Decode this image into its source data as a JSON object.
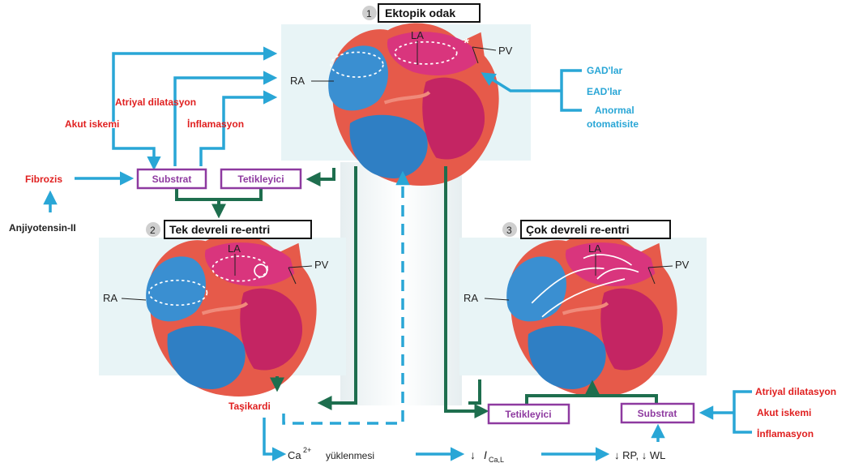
{
  "panels": [
    {
      "num": "1",
      "title": "Ektopik odak"
    },
    {
      "num": "2",
      "title": "Tek devreli re-entri"
    },
    {
      "num": "3",
      "title": "Çok devreli re-entri"
    }
  ],
  "heart_labels": {
    "la": "LA",
    "ra": "RA",
    "pv": "PV"
  },
  "left_factors": {
    "akut": "Akut iskemi",
    "atriyal": "Atriyal dilatasyon",
    "inflamasyon": "İnflamasyon",
    "fibrozis": "Fibrozis",
    "anjiyotensin": "Anjiyotensin-II"
  },
  "right_mechanisms": {
    "gad": "GAD'lar",
    "ead": "EAD'lar",
    "anormal1": "Anormal",
    "anormal2": "otomatisite"
  },
  "boxes": {
    "substrat_left": "Substrat",
    "tetik_left": "Tetikleyici",
    "tetik_right": "Tetikleyici",
    "substrat_right": "Substrat"
  },
  "right_factors": {
    "atriyal": "Atriyal dilatasyon",
    "akut": "Akut iskemi",
    "inflamasyon": "İnflamasyon"
  },
  "bottom": {
    "tasikardi": "Taşikardi",
    "ca": "Ca",
    "ca_sup": "2+",
    "yuklenmesi": "yüklenmesi",
    "ical_arrow": "↓",
    "ical_i": "I",
    "ical_sub": "Ca,L",
    "rp": "↓ RP, ↓ WL"
  },
  "colors": {
    "red": "#e02020",
    "blue": "#29a6d6",
    "green": "#1e6e4e",
    "purple": "#8e3aa0",
    "panel_bg": "#e8f4f6"
  }
}
